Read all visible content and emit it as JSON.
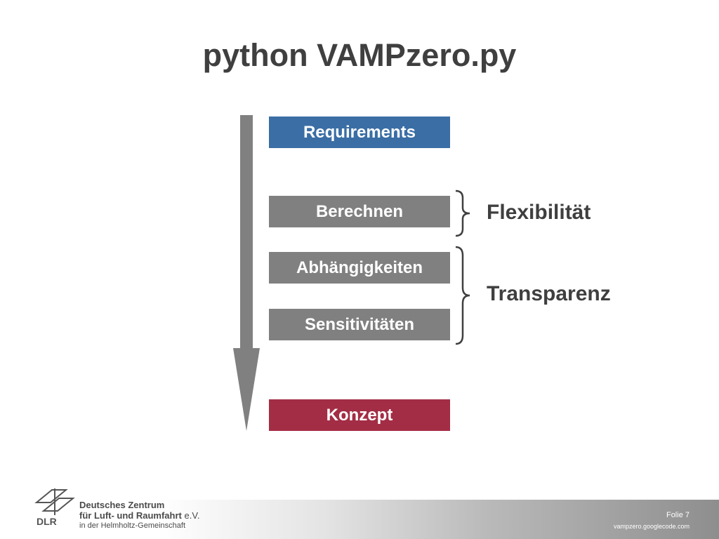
{
  "title": "python VAMPzero.py",
  "steps": {
    "requirements": "Requirements",
    "berechnen": "Berechnen",
    "abhaengigkeiten": "Abhängigkeiten",
    "sensitivitaeten": "Sensitivitäten",
    "konzept": "Konzept"
  },
  "groups": {
    "flexibilitaet": "Flexibilität",
    "transparenz": "Transparenz"
  },
  "colors": {
    "requirements": "#3a6ea5",
    "steps": "#808080",
    "konzept": "#a32d45",
    "arrow": "#808080"
  },
  "footer": {
    "logo_text": "DLR",
    "org_line1": "Deutsches Zentrum",
    "org_line2": "für Luft- und Raumfahrt",
    "org_line2_suffix": "e.V.",
    "org_line3": "in der Helmholtz-Gemeinschaft",
    "slide_number": "Folie 7",
    "url": "vampzero.googlecode.com"
  }
}
